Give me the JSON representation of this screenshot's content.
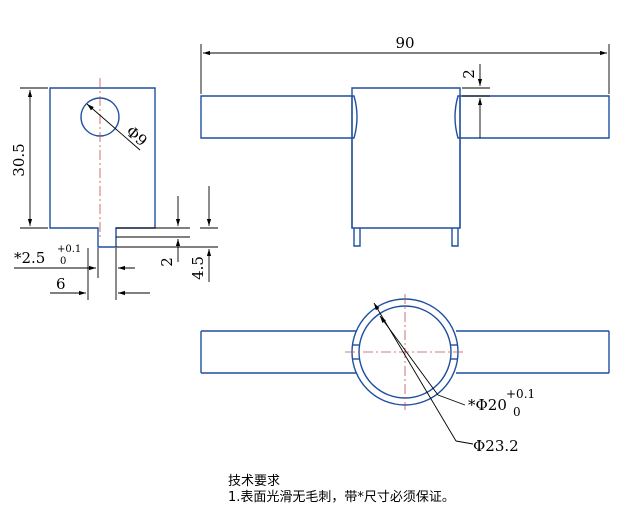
{
  "dimensions": {
    "overall_length": "90",
    "hole_diameter": "Φ9",
    "height": "30.5",
    "slot_width": "*2.5",
    "slot_tol_upper": "+0.1",
    "slot_tol_lower": "0",
    "slot_depth": "2",
    "slot_offset": "6",
    "tab_height": "4.5",
    "wall_step": "2",
    "inner_diameter": "*Φ20",
    "inner_tol_upper": "+0.1",
    "inner_tol_lower": "0",
    "outer_diameter": "Φ23.2"
  },
  "notes": {
    "title": "技术要求",
    "line1": "1.表面光滑无毛刺，带*尺寸必须保证。"
  },
  "colors": {
    "part_outline": "#1f4fa0",
    "centerline": "#c05050",
    "dimension": "#000000"
  }
}
